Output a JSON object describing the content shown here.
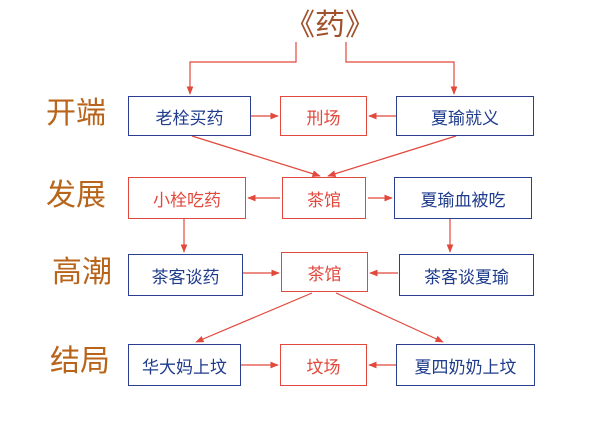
{
  "title": "《药》",
  "colors": {
    "blue_box": "#2a3f8f",
    "red_box": "#e2483c",
    "arrow": "#e2483c",
    "stage_text": "#b8651b"
  },
  "stages": [
    "开端",
    "发展",
    "高潮",
    "结局"
  ],
  "nodes": {
    "lao_shuan_mai_yao": "老栓买药",
    "xing_chang": "刑场",
    "xia_yu_jiu_yi": "夏瑜就义",
    "xiao_shuan_chi_yao": "小栓吃药",
    "cha_guan_1": "茶馆",
    "xia_yu_xue_bei_chi": "夏瑜血被吃",
    "cha_ke_tan_yao": "茶客谈药",
    "cha_guan_2": "茶馆",
    "cha_ke_tan_xia_yu": "茶客谈夏瑜",
    "hua_da_ma_shang_fen": "华大妈上坟",
    "fen_chang": "坟场",
    "xia_si_nai_nai_shang_fen": "夏四奶奶上坟"
  },
  "edges": [
    [
      "title",
      "lao_shuan_mai_yao"
    ],
    [
      "title",
      "xia_yu_jiu_yi"
    ],
    [
      "lao_shuan_mai_yao",
      "xing_chang"
    ],
    [
      "xia_yu_jiu_yi",
      "xing_chang"
    ],
    [
      "lao_shuan_mai_yao",
      "cha_guan_1"
    ],
    [
      "xia_yu_jiu_yi",
      "cha_guan_1"
    ],
    [
      "cha_guan_1",
      "xiao_shuan_chi_yao"
    ],
    [
      "cha_guan_1",
      "xia_yu_xue_bei_chi"
    ],
    [
      "xiao_shuan_chi_yao",
      "cha_ke_tan_yao"
    ],
    [
      "xia_yu_xue_bei_chi",
      "cha_ke_tan_xia_yu"
    ],
    [
      "cha_ke_tan_yao",
      "cha_guan_2"
    ],
    [
      "cha_ke_tan_xia_yu",
      "cha_guan_2"
    ],
    [
      "cha_guan_2",
      "hua_da_ma_shang_fen"
    ],
    [
      "cha_guan_2",
      "xia_si_nai_nai_shang_fen"
    ],
    [
      "hua_da_ma_shang_fen",
      "fen_chang"
    ],
    [
      "xia_si_nai_nai_shang_fen",
      "fen_chang"
    ]
  ]
}
